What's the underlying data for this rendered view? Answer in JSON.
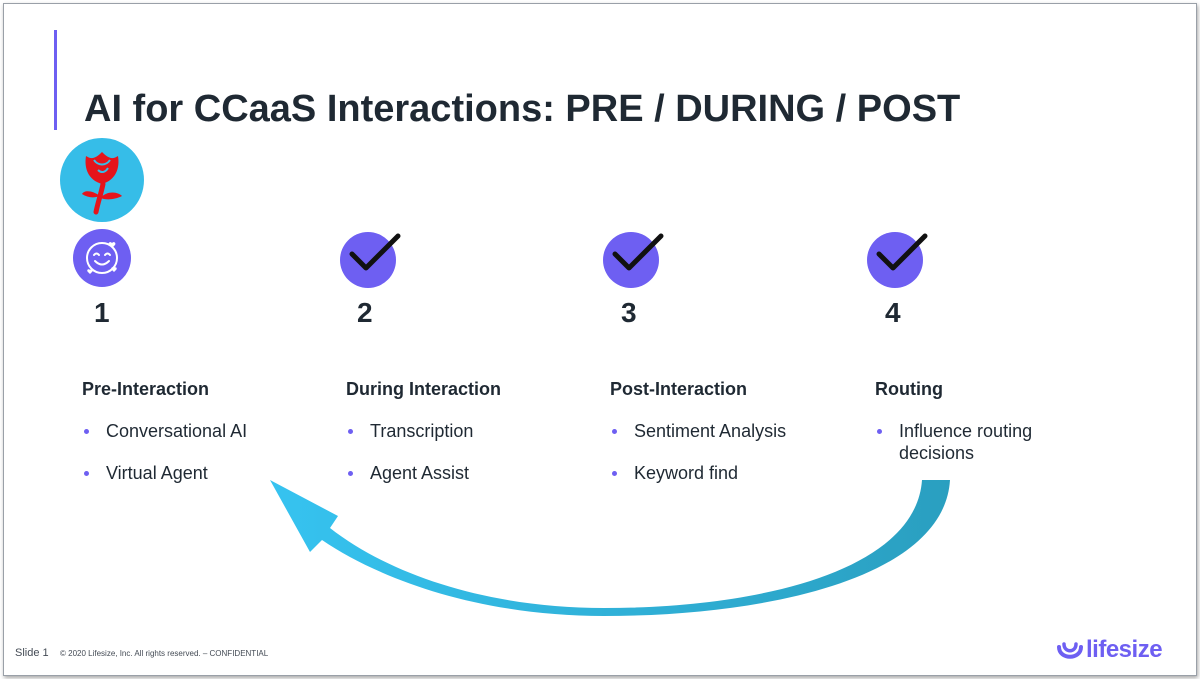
{
  "slide": {
    "title": "AI for CCaaS Interactions: PRE / DURING / POST",
    "colors": {
      "accent": "#6e5ff2",
      "rose_bg": "#36bde8",
      "rose": "#e5141b",
      "arrow_start": "#2a9fc0",
      "arrow_end": "#36c3f0",
      "text": "#1f2933"
    },
    "columns": [
      {
        "icon": "smiley-hearts-icon",
        "number": "1",
        "heading": "Pre-Interaction",
        "bullets": [
          "Conversational AI",
          "Virtual Agent"
        ]
      },
      {
        "icon": "checkmark-icon",
        "number": "2",
        "heading": "During Interaction",
        "bullets": [
          "Transcription",
          "Agent Assist"
        ]
      },
      {
        "icon": "checkmark-icon",
        "number": "3",
        "heading": "Post-Interaction",
        "bullets": [
          "Sentiment Analysis",
          "Keyword find"
        ]
      },
      {
        "icon": "checkmark-icon",
        "number": "4",
        "heading": "Routing",
        "bullets": [
          "Influence routing decisions"
        ]
      }
    ],
    "decorations": {
      "rose_icon": "rose-icon",
      "arrow": "curved-arrow-icon"
    }
  },
  "footer": {
    "slide_label": "Slide 1",
    "copyright": "© 2020 Lifesize, Inc. All rights reserved. – CONFIDENTIAL",
    "logo_text": "lifesize",
    "logo_icon": "lifesize-logo-icon"
  }
}
